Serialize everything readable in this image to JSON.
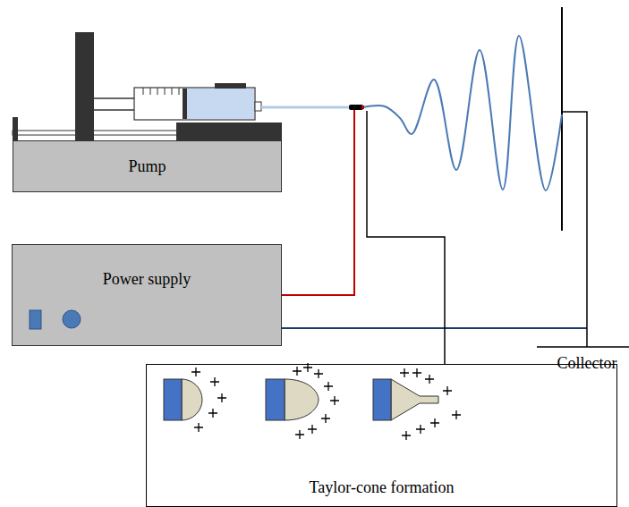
{
  "diagram": {
    "nodes": [
      {
        "text": [
          "Pump"
        ]
      },
      {
        "text": [
          "Power supply"
        ]
      },
      {
        "text": [
          "Taylor-cone formation"
        ]
      }
    ],
    "labels": [
      "Collector"
    ]
  }
}
